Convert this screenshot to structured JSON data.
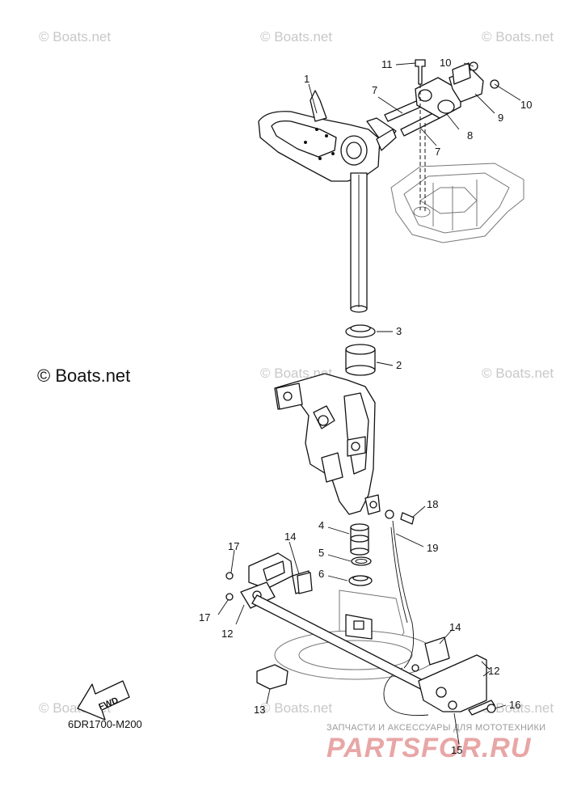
{
  "watermarks": {
    "main": "© Boats.net",
    "repeat": "© Boats.net"
  },
  "diagram_code": "6DR1700-M200",
  "fwd_label": "FWD",
  "shop": {
    "tagline": "ЗАПЧАСТИ И АКСЕССУАРЫ ДЛЯ МОТОТЕХНИКИ",
    "logo": "PARTSFOR.RU"
  },
  "callouts": {
    "c1": "1",
    "c2": "2",
    "c3": "3",
    "c4": "4",
    "c5": "5",
    "c6": "6",
    "c7a": "7",
    "c7b": "7",
    "c8": "8",
    "c9": "9",
    "c10a": "10",
    "c10b": "10",
    "c11": "11",
    "c12a": "12",
    "c12b": "12",
    "c13": "13",
    "c14a": "14",
    "c14b": "14",
    "c15": "15",
    "c16": "16",
    "c17a": "17",
    "c17b": "17",
    "c18": "18",
    "c19": "19"
  }
}
